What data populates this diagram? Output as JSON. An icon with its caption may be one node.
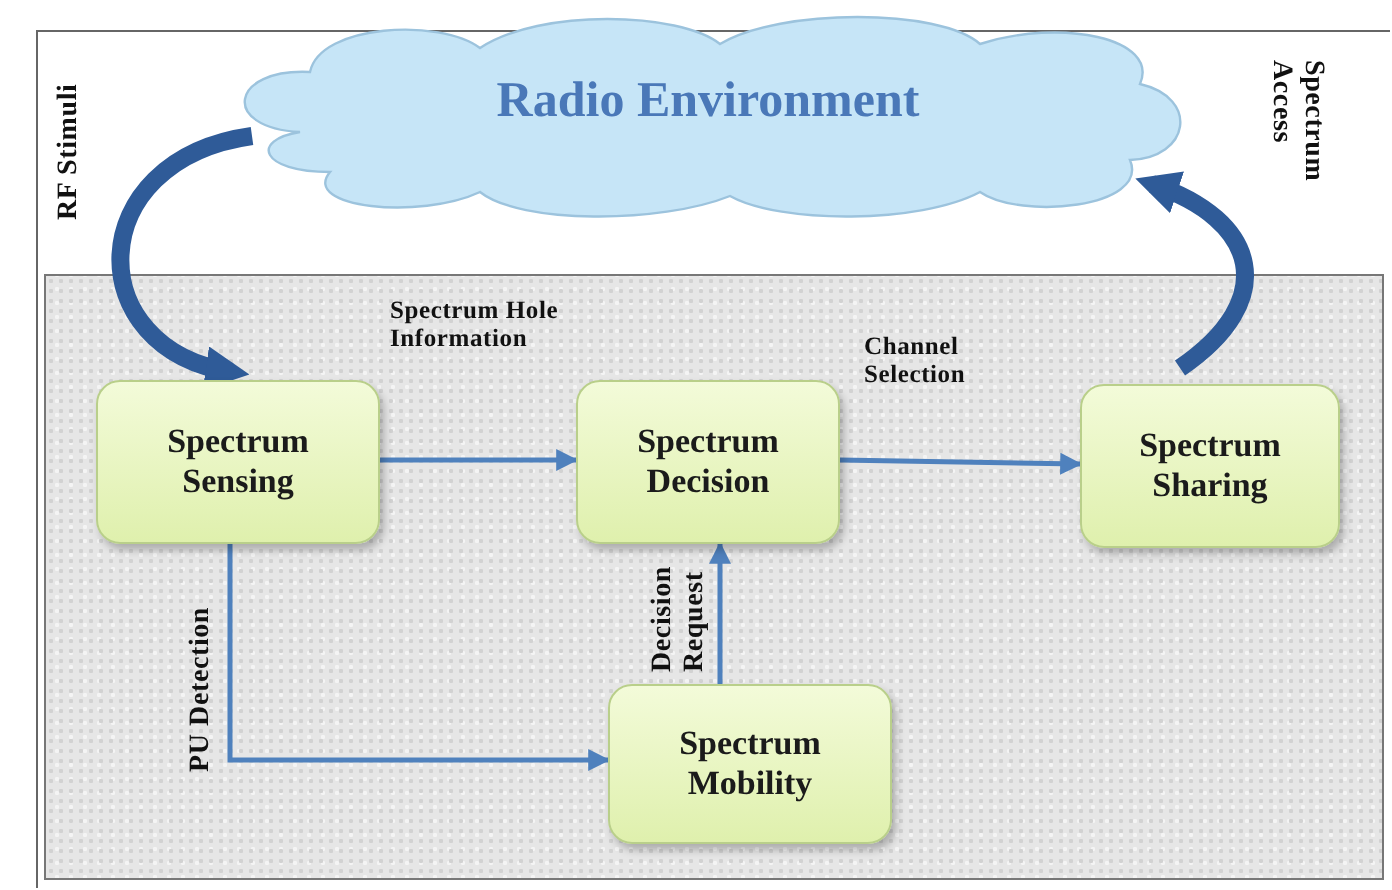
{
  "diagram": {
    "nodes": [
      {
        "text": [
          "Radio Environment"
        ]
      },
      {
        "text": [
          "Spectrum Sensing"
        ]
      },
      {
        "text": [
          "Spectrum Decision"
        ]
      },
      {
        "text": [
          "Spectrum Sharing"
        ]
      },
      {
        "text": [
          "Spectrum Mobility"
        ]
      }
    ],
    "edges": [
      {
        "from": 0,
        "to": 1,
        "arrow": "to",
        "label": "RF Stimuli",
        "style": "thick",
        "color": "#2f5b98"
      },
      {
        "from": 1,
        "to": 2,
        "arrow": "to",
        "label": "Spectrum Hole Information"
      },
      {
        "from": 2,
        "to": 3,
        "arrow": "to",
        "label": "Channel Selection"
      },
      {
        "from": 1,
        "to": 4,
        "arrow": "to",
        "label": "PU Detection"
      },
      {
        "from": 4,
        "to": 2,
        "arrow": "to",
        "label": "Decision Request"
      },
      {
        "from": 3,
        "to": 0,
        "arrow": "to",
        "label": "Spectrum Access",
        "style": "thick",
        "color": "#2f5b98"
      }
    ]
  }
}
